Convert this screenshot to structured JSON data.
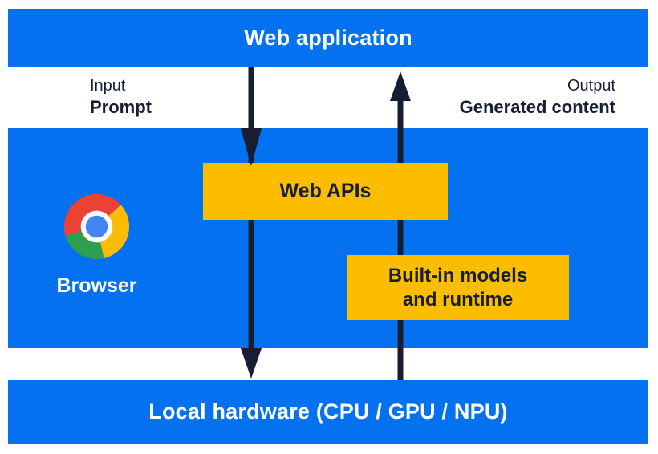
{
  "colors": {
    "section_blue": "#0371f0",
    "box_yellow": "#fcbd00",
    "ink_navy": "#171e33",
    "label_white": "#ffffff",
    "chrome_red": "#ea4335",
    "chrome_yellow": "#fbbc05",
    "chrome_green": "#2e9e4f",
    "chrome_blue": "#4285f4"
  },
  "diagram": {
    "web_application": {
      "label": "Web application"
    },
    "io": {
      "input_caption": "Input",
      "input_value": "Prompt",
      "output_caption": "Output",
      "output_value": "Generated content"
    },
    "browser": {
      "label": "Browser",
      "logo_icon": "chrome-logo",
      "web_apis_box": "Web APIs",
      "builtin_box_line1": "Built-in models",
      "builtin_box_line2": "and runtime"
    },
    "hardware": {
      "label": "Local hardware (CPU / GPU / NPU)"
    },
    "arrows": {
      "down_flow": "web-application-to-web-apis-to-local-hardware",
      "up_flow": "local-hardware-through-builtin-models-to-web-application"
    }
  }
}
